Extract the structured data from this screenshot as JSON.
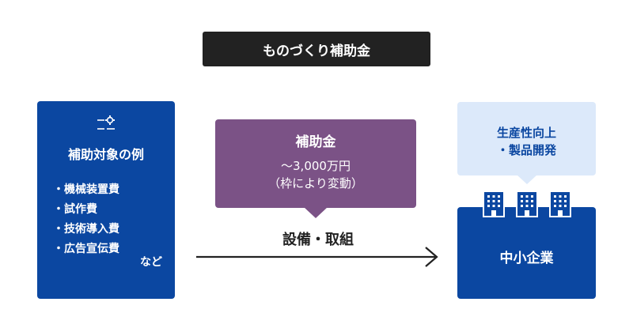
{
  "title": "ものづくり補助金",
  "left_panel": {
    "icon": "settings-gears-icon",
    "heading": "補助対象の例",
    "items": [
      "機械装置費",
      "試作費",
      "技術導入費",
      "広告宣伝費"
    ],
    "bullet": "・",
    "more": "など"
  },
  "subsidy": {
    "title": "補助金",
    "amount": "〜3,000万円",
    "note": "（枠により変動）"
  },
  "flow_label": "設備・取組",
  "goal": {
    "line1": "生産性向上",
    "line2": "・製品開発"
  },
  "target": {
    "icon": "building-icon",
    "label": "中小企業"
  },
  "colors": {
    "blue": "#0b47a1",
    "purple": "#7b5286",
    "light_blue": "#dce9fa",
    "dark": "#222222"
  }
}
